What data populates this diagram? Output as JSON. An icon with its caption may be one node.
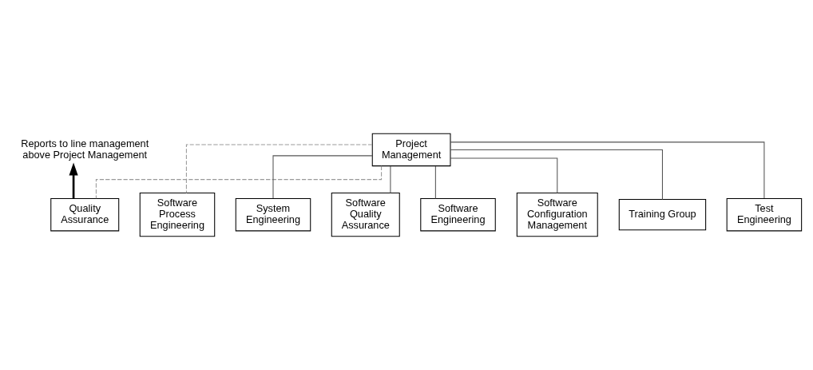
{
  "diagram": {
    "nodes": [
      {
        "text": [
          "Project Management"
        ]
      },
      {
        "text": [
          "Software Process Engineering"
        ]
      },
      {
        "text": [
          "Quality Assurance"
        ]
      },
      {
        "text": [
          "Reports to line management above Project Management"
        ]
      },
      {
        "text": [
          "System Engineering"
        ]
      },
      {
        "text": [
          "Software Quality Assurance"
        ]
      },
      {
        "text": [
          "Software Engineering"
        ]
      },
      {
        "text": [
          "Software Configuration Management"
        ]
      },
      {
        "text": [
          "Training Group"
        ]
      },
      {
        "text": [
          "Test Engineering"
        ]
      }
    ],
    "edges": [
      {
        "from": 0,
        "to": 1,
        "arrow": "none",
        "style": "dashed"
      },
      {
        "from": 0,
        "to": 2,
        "arrow": "none",
        "style": "dashed"
      },
      {
        "from": 2,
        "to": 3,
        "arrow": "to",
        "style": "thick"
      },
      {
        "from": 0,
        "to": 4,
        "arrow": "none"
      },
      {
        "from": 0,
        "to": 5,
        "arrow": "none"
      },
      {
        "from": 0,
        "to": 6,
        "arrow": "none"
      },
      {
        "from": 0,
        "to": 7,
        "arrow": "none"
      },
      {
        "from": 0,
        "to": 8,
        "arrow": "none"
      },
      {
        "from": 0,
        "to": 9,
        "arrow": "none"
      }
    ]
  }
}
